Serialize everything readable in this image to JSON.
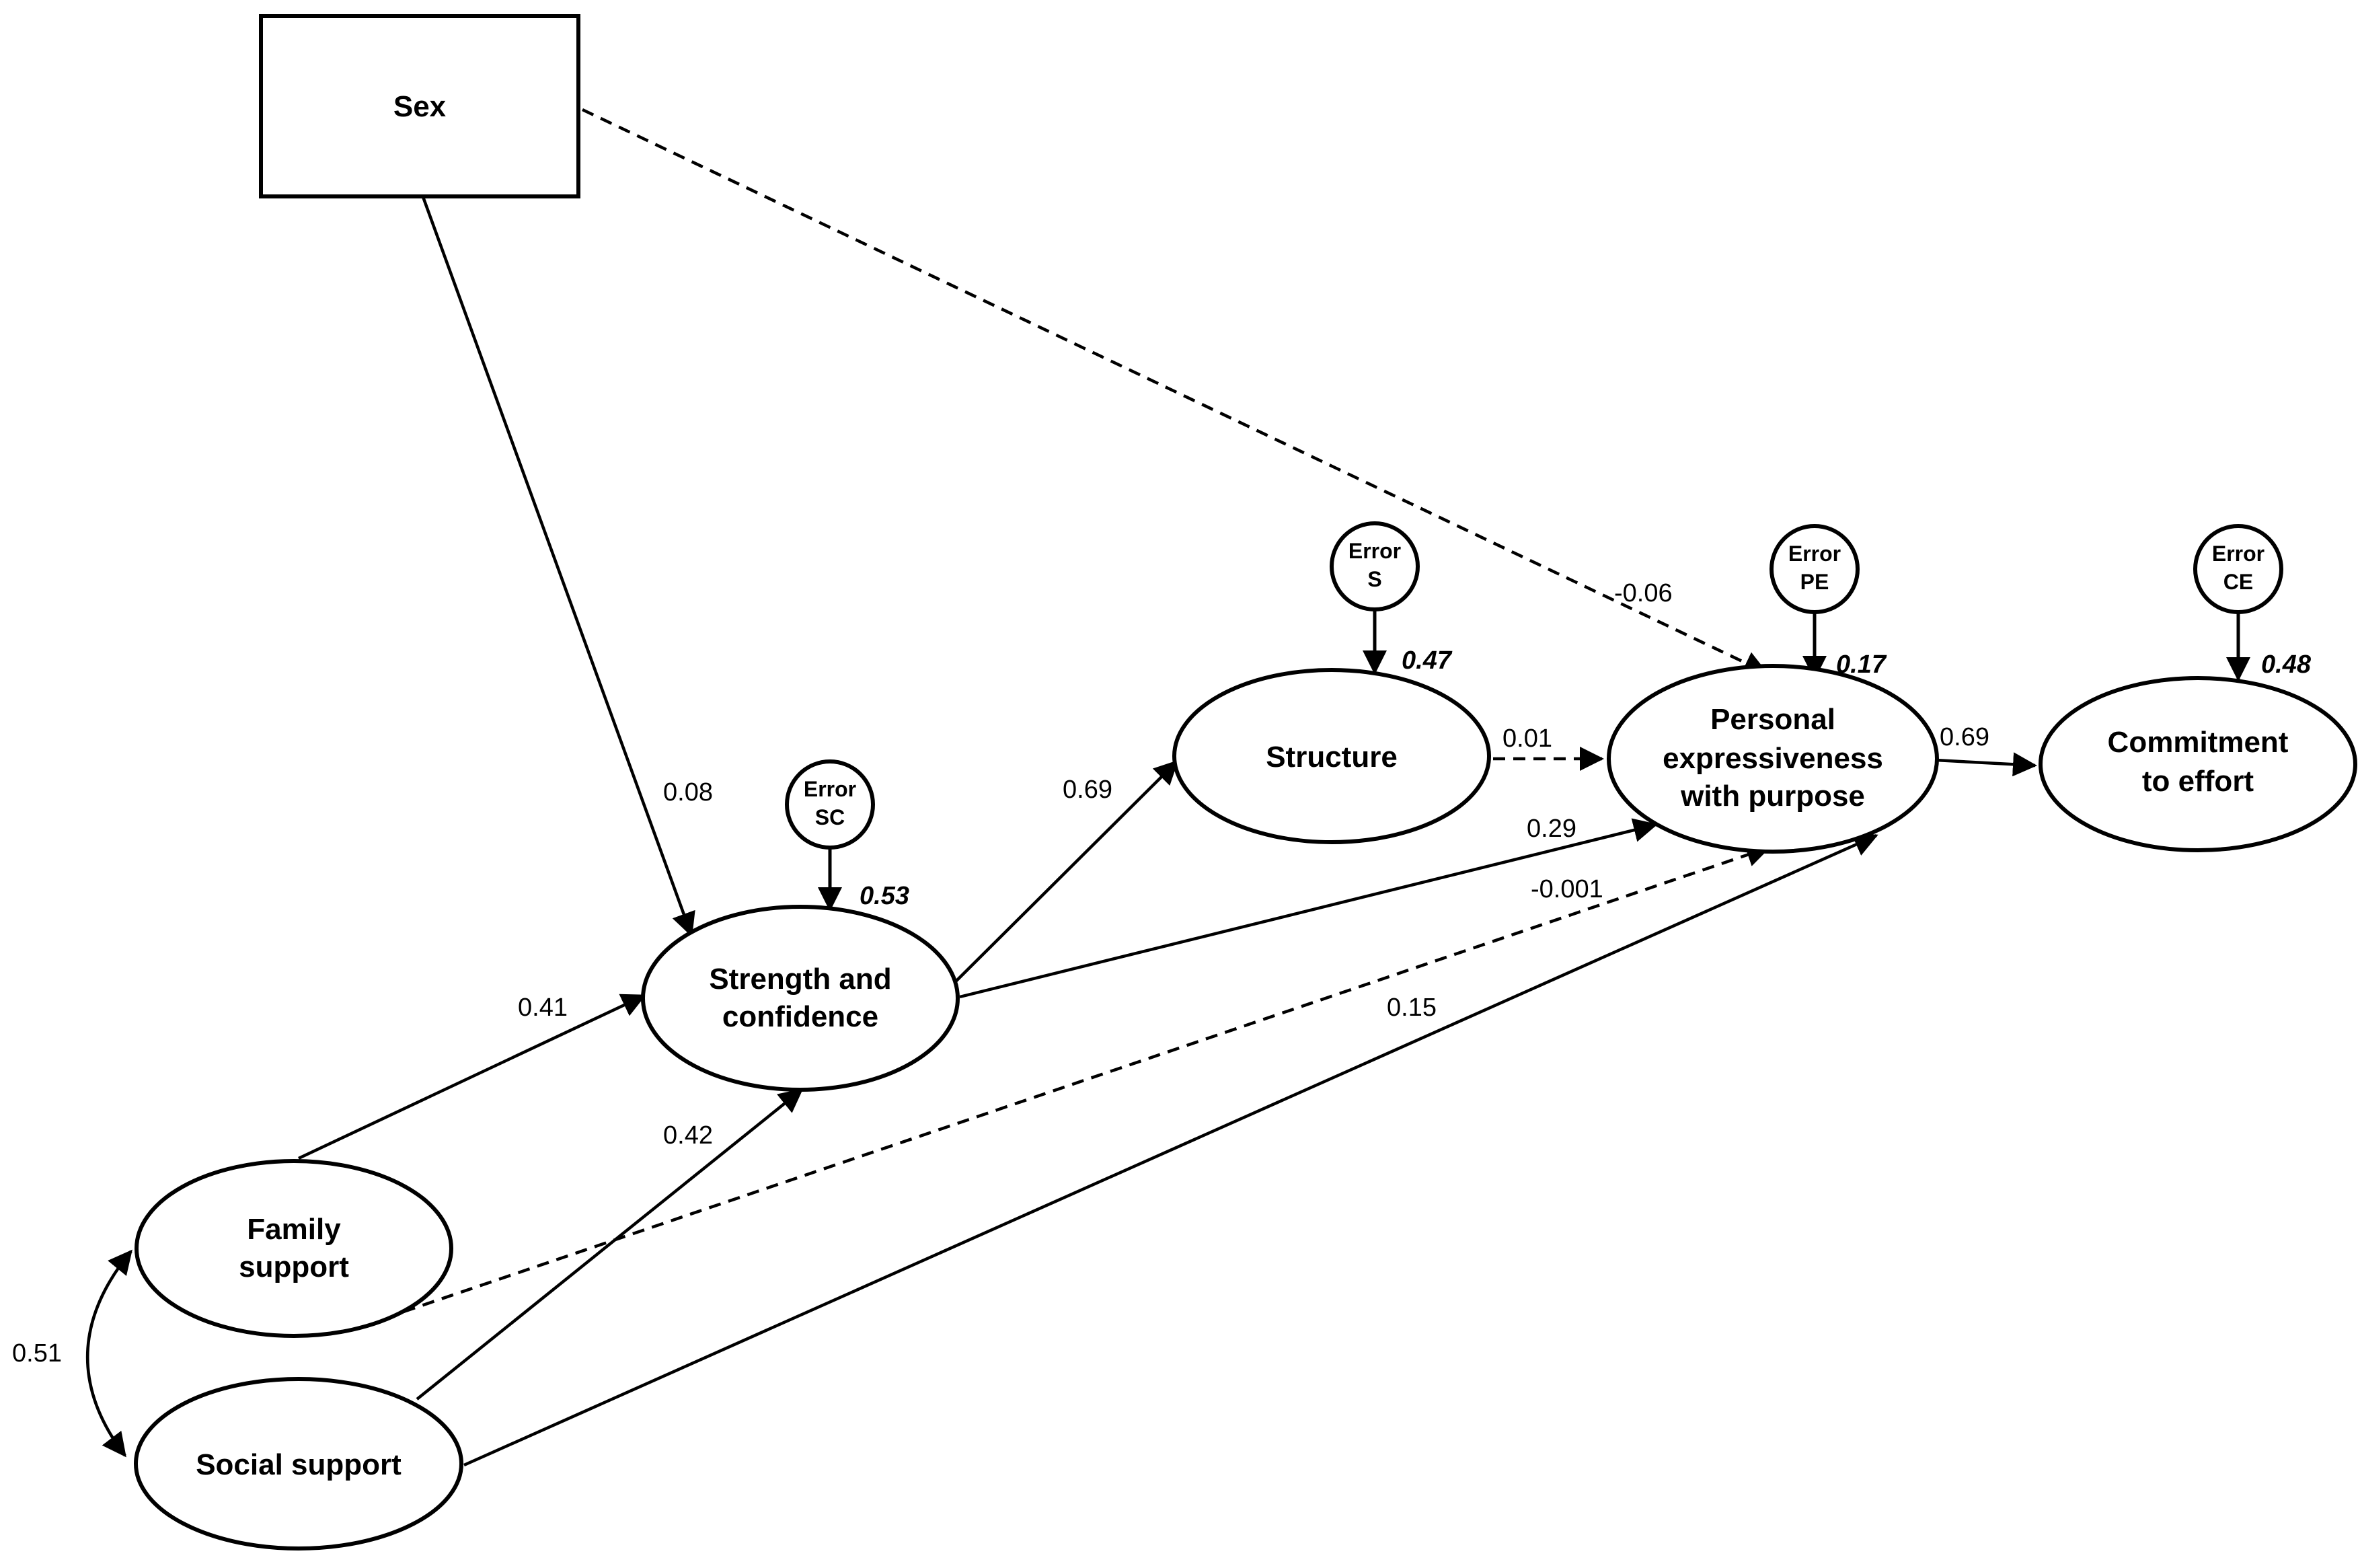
{
  "nodes": {
    "sex": {
      "label_lines": [
        "Sex"
      ]
    },
    "strength": {
      "label_lines": [
        "Strength and",
        "confidence"
      ]
    },
    "structure": {
      "label_lines": [
        "Structure"
      ]
    },
    "personal": {
      "label_lines": [
        "Personal",
        "expressiveness",
        "with purpose"
      ]
    },
    "commitment": {
      "label_lines": [
        "Commitment",
        "to effort"
      ]
    },
    "family": {
      "label_lines": [
        "Family",
        "support"
      ]
    },
    "social": {
      "label_lines": [
        "Social support"
      ]
    }
  },
  "errors": {
    "sc": {
      "label_lines": [
        "Error",
        "SC"
      ],
      "r2": "0.53"
    },
    "s": {
      "label_lines": [
        "Error",
        "S"
      ],
      "r2": "0.47"
    },
    "pe": {
      "label_lines": [
        "Error",
        "PE"
      ],
      "r2": "0.17"
    },
    "ce": {
      "label_lines": [
        "Error",
        "CE"
      ],
      "r2": "0.48"
    }
  },
  "paths": {
    "sex_to_strength": {
      "coef": "0.08",
      "style": "solid"
    },
    "sex_to_personal": {
      "coef": "-0.06",
      "style": "dashed"
    },
    "family_to_strength": {
      "coef": "0.41",
      "style": "solid"
    },
    "social_to_strength": {
      "coef": "0.42",
      "style": "solid"
    },
    "strength_to_structure": {
      "coef": "0.69",
      "style": "solid"
    },
    "strength_to_personal": {
      "coef": "0.29",
      "style": "solid"
    },
    "structure_to_personal": {
      "coef": "0.01",
      "style": "dashed"
    },
    "family_to_personal": {
      "coef": "-0.001",
      "style": "dashed"
    },
    "social_to_personal": {
      "coef": "0.15",
      "style": "solid"
    },
    "personal_to_commitment": {
      "coef": "0.69",
      "style": "solid"
    },
    "family_social_covariance": {
      "coef": "0.51",
      "style": "solid"
    }
  }
}
